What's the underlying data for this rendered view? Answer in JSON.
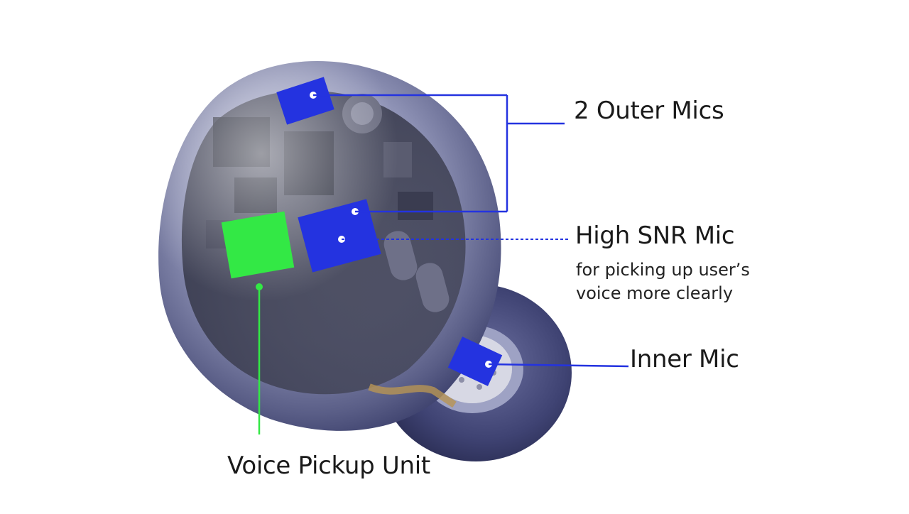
{
  "labels": {
    "outer_mics": "2 Outer Mics",
    "high_snr_title": "High SNR Mic",
    "high_snr_line1": "for picking up user’s",
    "high_snr_line2": "voice more clearly",
    "inner_mic": "Inner Mic",
    "voice_pickup": "Voice Pickup Unit"
  },
  "colors": {
    "background": "#ffffff",
    "mic_blue": "#2433e0",
    "vpu_green": "#33e845",
    "shell": "#3b3f6b",
    "text": "#1a1a1a"
  }
}
